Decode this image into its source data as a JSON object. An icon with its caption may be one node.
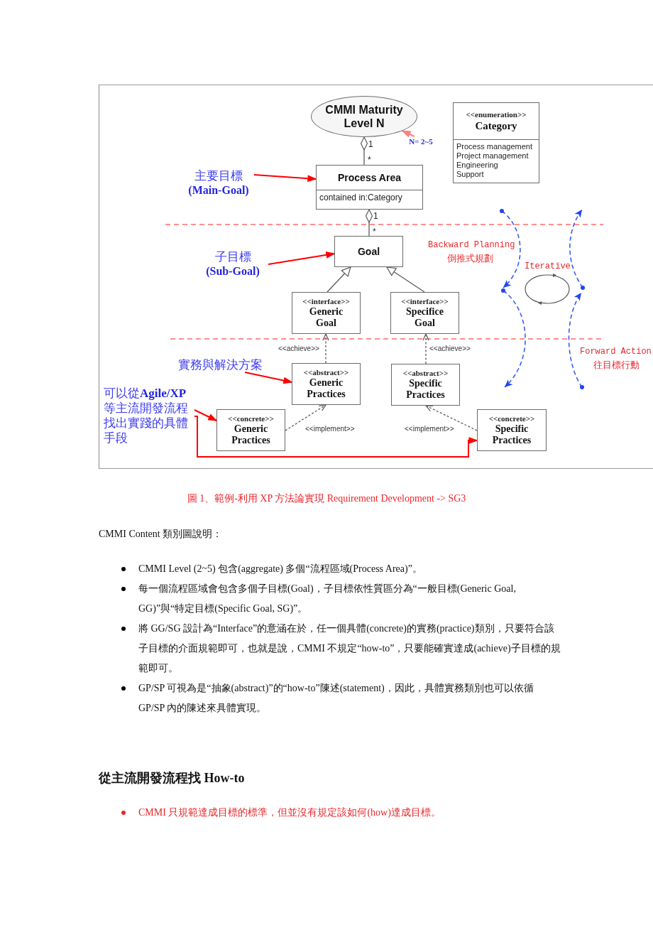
{
  "diagram": {
    "caption": "圖 1、範例-利用 XP 方法論實現 Requirement Development -> SG3",
    "nodes": [
      {
        "text": [
          "CMMI Maturity Level N"
        ]
      },
      {
        "text": [
          "Process Area",
          "contained in:Category"
        ]
      },
      {
        "text": [
          "<<enumeration>>",
          "Category",
          "Process management",
          "Project management",
          "Engineering",
          "Support"
        ]
      },
      {
        "text": [
          "Goal"
        ]
      },
      {
        "text": [
          "<<interface>>",
          "Generic Goal"
        ]
      },
      {
        "text": [
          "<<interface>>",
          "Specifice Goal"
        ]
      },
      {
        "text": [
          "<<abstract>>",
          "Generic Practices"
        ]
      },
      {
        "text": [
          "<<abstract>>",
          "Specific Practices"
        ]
      },
      {
        "text": [
          "<<concrete>>",
          "Generic Practices"
        ]
      },
      {
        "text": [
          "<<concrete>>",
          "Specific Practices"
        ]
      },
      {
        "text": [
          "主要目標",
          "(Main-Goal)"
        ]
      },
      {
        "text": [
          "子目標",
          "(Sub-Goal)"
        ]
      },
      {
        "text": [
          "實務與解決方案"
        ]
      },
      {
        "text": [
          "可以從**Agile/XP**等主流開發流程找出實踐的具體手段"
        ]
      },
      {
        "text": [
          "N= 2~5"
        ]
      }
    ],
    "edges": [
      {
        "from": 0,
        "to": 1,
        "arrow": "other"
      },
      {
        "from": 1,
        "to": 3,
        "arrow": "other"
      },
      {
        "from": 4,
        "to": 3,
        "arrow": "to"
      },
      {
        "from": 5,
        "to": 3,
        "arrow": "to"
      },
      {
        "from": 6,
        "to": 4,
        "arrow": "to",
        "label": "<<achieve>>",
        "style": "dashed"
      },
      {
        "from": 7,
        "to": 5,
        "arrow": "to",
        "label": "<<achieve>>",
        "style": "dashed"
      },
      {
        "from": 8,
        "to": 6,
        "arrow": "to",
        "label": "<<implement>>",
        "style": "dashed"
      },
      {
        "from": 9,
        "to": 7,
        "arrow": "to",
        "label": "<<implement>>",
        "style": "dashed"
      },
      {
        "from": 10,
        "to": 1,
        "arrow": "to",
        "color": "#ff0000"
      },
      {
        "from": 11,
        "to": 3,
        "arrow": "to",
        "color": "#ff0000"
      },
      {
        "from": 12,
        "to": 6,
        "arrow": "to",
        "color": "#ff0000"
      },
      {
        "from": 13,
        "to": 8,
        "arrow": "to",
        "color": "#ff0000"
      },
      {
        "from": 13,
        "to": 9,
        "arrow": "to",
        "color": "#ff0000"
      },
      {
        "from": 14,
        "to": 0,
        "arrow": "to",
        "color": "#ff7f7f"
      }
    ],
    "labels": [
      "1",
      "*",
      "1",
      "*",
      "Backward Planning",
      "倒推式規劃",
      "Iterative",
      "Forward Action",
      "往目標行動",
      "CMMI Content 類別圖說明：",
      "CMMI Level (2~5) 包含(aggregate) 多個“流程區域(Process Area)”。",
      "每一個流程區域會包含多個子目標(Goal)，子目標依性質區分為“一般目標(Generic Goal, GG)”與“特定目標(Specific Goal, SG)”。",
      "將 GG/SG 設計為“Interface”的意涵在於，任一個具體(concrete)的實務(practice)類別，只要符合該子目標的介面規範即可，也就是說，CMMI 不規定“how-to”，只要能確實達成(achieve)子目標的規範即可。",
      "GP/SP 可視為是“抽象(abstract)”的“how-to”陳述(statement)，因此，具體實務類別也可以依循 GP/SP 內的陳述來具體實現。",
      "從主流開發流程找 How-to",
      "CMMI 只規範達成目標的標準，但並沒有規定該如何(how)達成目標。"
    ]
  }
}
